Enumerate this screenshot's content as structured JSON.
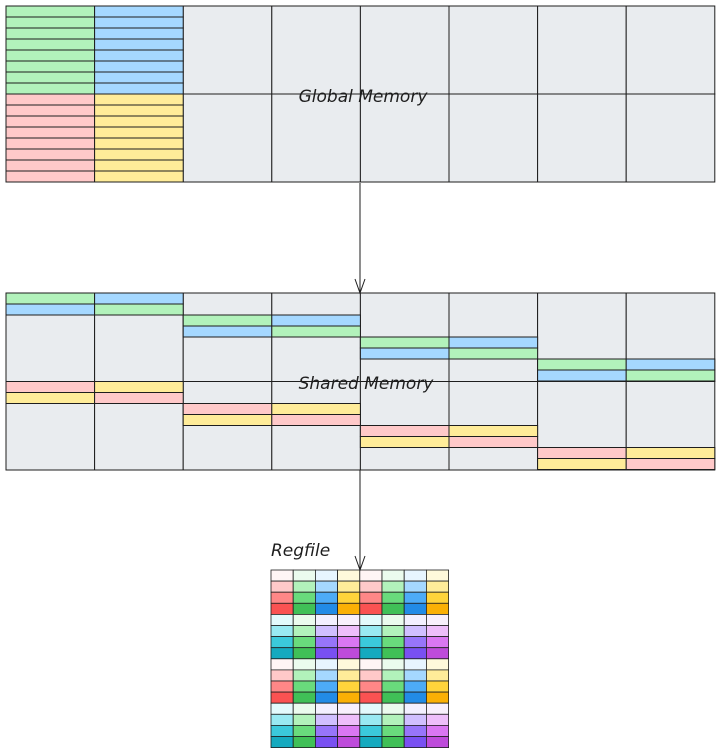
{
  "labels": {
    "global_memory": "Global Memory",
    "shared_memory": "Shared Memory",
    "regfile": "Regfile"
  },
  "colors": {
    "memory_fill": "#e9ecef",
    "stroke": "#1e1e1e",
    "green": "#b2f2bb",
    "blue": "#a5d8ff",
    "red": "#ffc9c9",
    "yellow": "#ffec99"
  },
  "regfile": {
    "column_color_groups": [
      "red",
      "green",
      "blue",
      "yellow",
      "red",
      "green",
      "blue",
      "yellow"
    ],
    "lower_column_color_groups": [
      "teal",
      "green",
      "violet",
      "grape",
      "teal",
      "green",
      "violet",
      "grape"
    ],
    "shades": {
      "red": [
        "#fff5f5",
        "#ffc9c9",
        "#ff8787",
        "#fa5252"
      ],
      "green": [
        "#ebfbee",
        "#b2f2bb",
        "#69db7c",
        "#40c057"
      ],
      "blue": [
        "#e7f5ff",
        "#a5d8ff",
        "#4dabf7",
        "#228be6"
      ],
      "yellow": [
        "#fff9db",
        "#ffec99",
        "#ffd43b",
        "#fab005"
      ],
      "teal": [
        "#e3fafc",
        "#99e9f2",
        "#3bc9db",
        "#15aabf"
      ],
      "violet": [
        "#f3f0ff",
        "#d0bfff",
        "#9775fa",
        "#7950f2"
      ],
      "grape": [
        "#f8f0fc",
        "#eebefa",
        "#da77f2",
        "#be4bdb"
      ]
    }
  }
}
